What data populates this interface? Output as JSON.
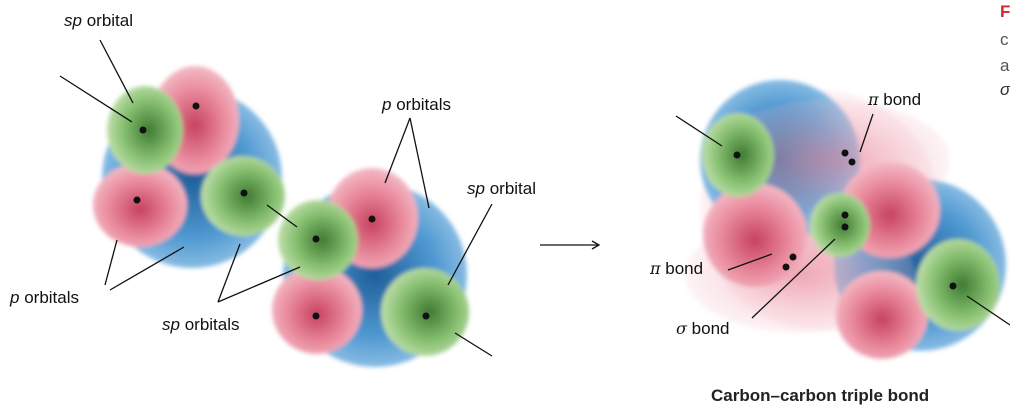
{
  "colors": {
    "pink": "#e8889a",
    "green": "#7fb86a",
    "blue": "#4a93cf",
    "caption_accent": "#d6242a"
  },
  "labels": {
    "sp_orbital_top_left": "sp",
    "orbital_word": "orbital",
    "orbitals_word": "orbitals",
    "p_orbitals_top": "p",
    "sp_orbital_right": "sp",
    "p_orbitals_left": "p",
    "sp_orbitals_bottom": "sp",
    "pi_bond_top": "π",
    "pi_bond_left": "π",
    "sigma_bond": "σ",
    "bond_word": "bond"
  },
  "caption": {
    "heading": "F",
    "line1": "c",
    "line2": "a",
    "line3": "σ"
  },
  "bottom_title": "Carbon–carbon triple bond",
  "icons": [
    "reaction-arrow-icon"
  ]
}
